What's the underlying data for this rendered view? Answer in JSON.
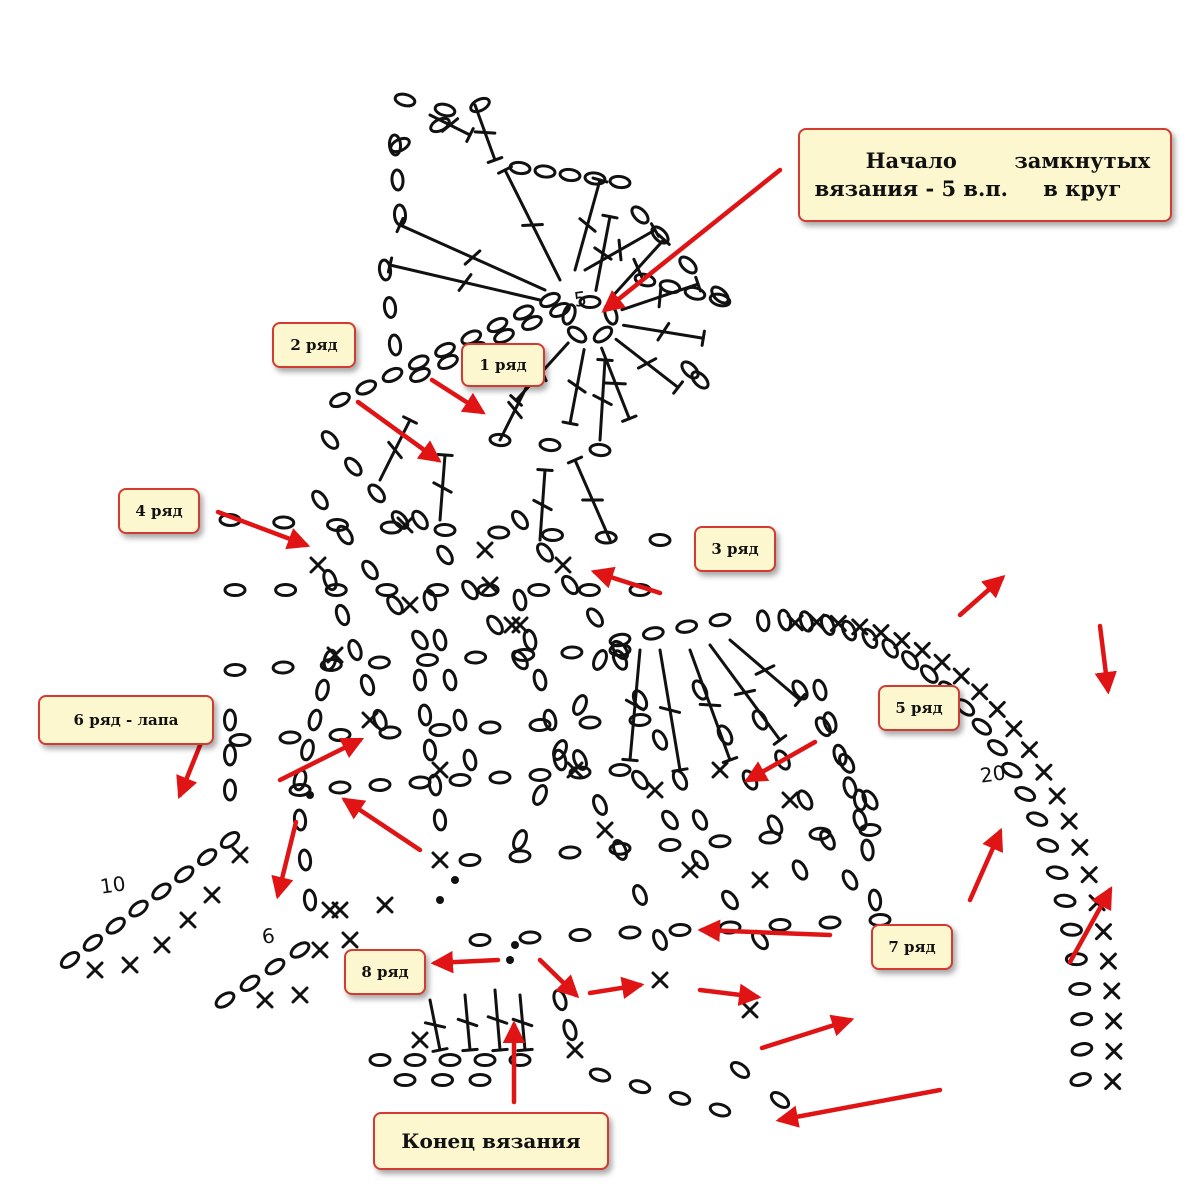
{
  "labels": {
    "start_line1": "Начало вязания - 5 в.п.",
    "start_line2": "замкнутых в круг",
    "row1": "1 ряд",
    "row2": "2 ряд",
    "row3": "3 ряд",
    "row4": "4 ряд",
    "row5": "5 ряд",
    "row6": "6 ряд - лапа",
    "row7": "7 ряд",
    "row8": "8 ряд",
    "end": "Конец вязания"
  },
  "diagram_numbers": {
    "center": "5",
    "paw_left": "10",
    "paw_right": "6",
    "tail": "20"
  },
  "colors": {
    "arrow": "#e01414",
    "stitch": "#111111",
    "label_fill": "#fdf7cf",
    "label_border": "#d23b32"
  }
}
